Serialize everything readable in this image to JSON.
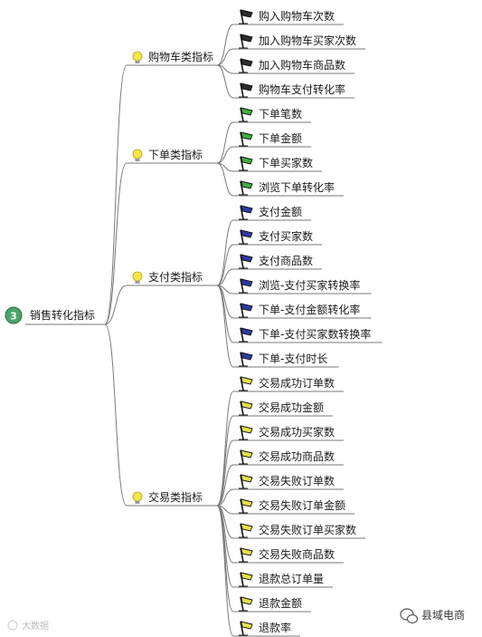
{
  "root": {
    "label": "销售转化指标",
    "marker": "3",
    "icon": "number-circle-icon"
  },
  "categories": [
    {
      "label": "购物车类指标",
      "icon": "lightbulb-icon",
      "flag_color": "#2b2b2b",
      "items": [
        "购入购物车次数",
        "加入购物车买家次数",
        "加入购物车商品数",
        "购物车支付转化率"
      ]
    },
    {
      "label": "下单类指标",
      "icon": "lightbulb-icon",
      "flag_color": "#3fae3f",
      "items": [
        "下单笔数",
        "下单金额",
        "下单买家数",
        "浏览下单转化率"
      ]
    },
    {
      "label": "支付类指标",
      "icon": "lightbulb-icon",
      "flag_color": "#2c3aa8",
      "items": [
        "支付金额",
        "支付买家数",
        "支付商品数",
        "浏览-支付买家转换率",
        "下单-支付金额转化率",
        "下单-支付买家数转换率",
        "下单-支付时长"
      ]
    },
    {
      "label": "交易类指标",
      "icon": "lightbulb-icon",
      "flag_color": "#e6e04a",
      "items": [
        "交易成功订单数",
        "交易成功金额",
        "交易成功买家数",
        "交易成功商品数",
        "交易失败订单数",
        "交易失败订单金额",
        "交易失败订单买家数",
        "交易失败商品数",
        "退款总订单量",
        "退款金额",
        "退款率"
      ]
    }
  ],
  "watermark_left": "大数据",
  "watermark_right": {
    "label": "县域电商",
    "icon": "wechat-icon"
  },
  "colors": {
    "line": "#7a7a7a",
    "bulb": "#f5e64a",
    "root_circle": "#4aa66a"
  }
}
